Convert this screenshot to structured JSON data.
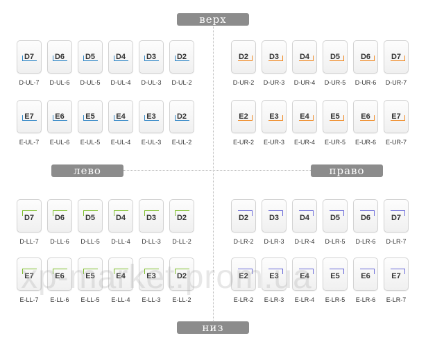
{
  "labels": {
    "top": "верх",
    "bottom": "низ",
    "left": "лево",
    "right": "право"
  },
  "watermark": "xp-market.prom.ua",
  "colors": {
    "upper_left": "#2f86c6",
    "upper_right": "#f08a24",
    "lower_left": "#7cbe2a",
    "lower_right": "#6a6ad8",
    "pill": "#8c8c8c"
  },
  "quadrants": {
    "upper_left": {
      "row_d": [
        {
          "label": "D7",
          "code": "D-UL-7"
        },
        {
          "label": "D6",
          "code": "D-UL-6"
        },
        {
          "label": "D5",
          "code": "D-UL-5"
        },
        {
          "label": "D4",
          "code": "D-UL-4"
        },
        {
          "label": "D3",
          "code": "D-UL-3"
        },
        {
          "label": "D2",
          "code": "D-UL-2"
        }
      ],
      "row_e": [
        {
          "label": "E7",
          "code": "E-UL-7"
        },
        {
          "label": "E6",
          "code": "E-UL-6"
        },
        {
          "label": "E5",
          "code": "E-UL-5"
        },
        {
          "label": "E4",
          "code": "E-UL-4"
        },
        {
          "label": "E3",
          "code": "E-UL-3"
        },
        {
          "label": "D2",
          "code": "E-UL-2"
        }
      ]
    },
    "upper_right": {
      "row_d": [
        {
          "label": "D2",
          "code": "D-UR-2"
        },
        {
          "label": "D3",
          "code": "D-UR-3"
        },
        {
          "label": "D4",
          "code": "D-UR-4"
        },
        {
          "label": "D5",
          "code": "D-UR-5"
        },
        {
          "label": "D6",
          "code": "D-UR-6"
        },
        {
          "label": "D7",
          "code": "D-UR-7"
        }
      ],
      "row_e": [
        {
          "label": "E2",
          "code": "E-UR-2"
        },
        {
          "label": "E3",
          "code": "E-UR-3"
        },
        {
          "label": "E4",
          "code": "E-UR-4"
        },
        {
          "label": "E5",
          "code": "E-UR-5"
        },
        {
          "label": "E6",
          "code": "E-UR-6"
        },
        {
          "label": "E7",
          "code": "E-UR-7"
        }
      ]
    },
    "lower_left": {
      "row_d": [
        {
          "label": "D7",
          "code": "D-LL-7"
        },
        {
          "label": "D6",
          "code": "D-LL-6"
        },
        {
          "label": "D5",
          "code": "D-LL-5"
        },
        {
          "label": "D4",
          "code": "D-LL-4"
        },
        {
          "label": "D3",
          "code": "D-LL-3"
        },
        {
          "label": "D2",
          "code": "D-LL-2"
        }
      ],
      "row_e": [
        {
          "label": "E7",
          "code": "E-LL-7"
        },
        {
          "label": "E6",
          "code": "E-LL-6"
        },
        {
          "label": "E5",
          "code": "E-LL-5"
        },
        {
          "label": "E4",
          "code": "E-LL-4"
        },
        {
          "label": "E3",
          "code": "E-LL-3"
        },
        {
          "label": "D2",
          "code": "E-LL-2"
        }
      ]
    },
    "lower_right": {
      "row_d": [
        {
          "label": "D2",
          "code": "D-LR-2"
        },
        {
          "label": "D3",
          "code": "D-LR-3"
        },
        {
          "label": "D4",
          "code": "D-LR-4"
        },
        {
          "label": "D5",
          "code": "D-LR-5"
        },
        {
          "label": "D6",
          "code": "D-LR-6"
        },
        {
          "label": "D7",
          "code": "D-LR-7"
        }
      ],
      "row_e": [
        {
          "label": "E2",
          "code": "E-LR-2"
        },
        {
          "label": "E3",
          "code": "E-LR-3"
        },
        {
          "label": "E4",
          "code": "E-LR-4"
        },
        {
          "label": "E5",
          "code": "E-LR-5"
        },
        {
          "label": "E6",
          "code": "E-LR-6"
        },
        {
          "label": "E7",
          "code": "E-LR-7"
        }
      ]
    }
  }
}
